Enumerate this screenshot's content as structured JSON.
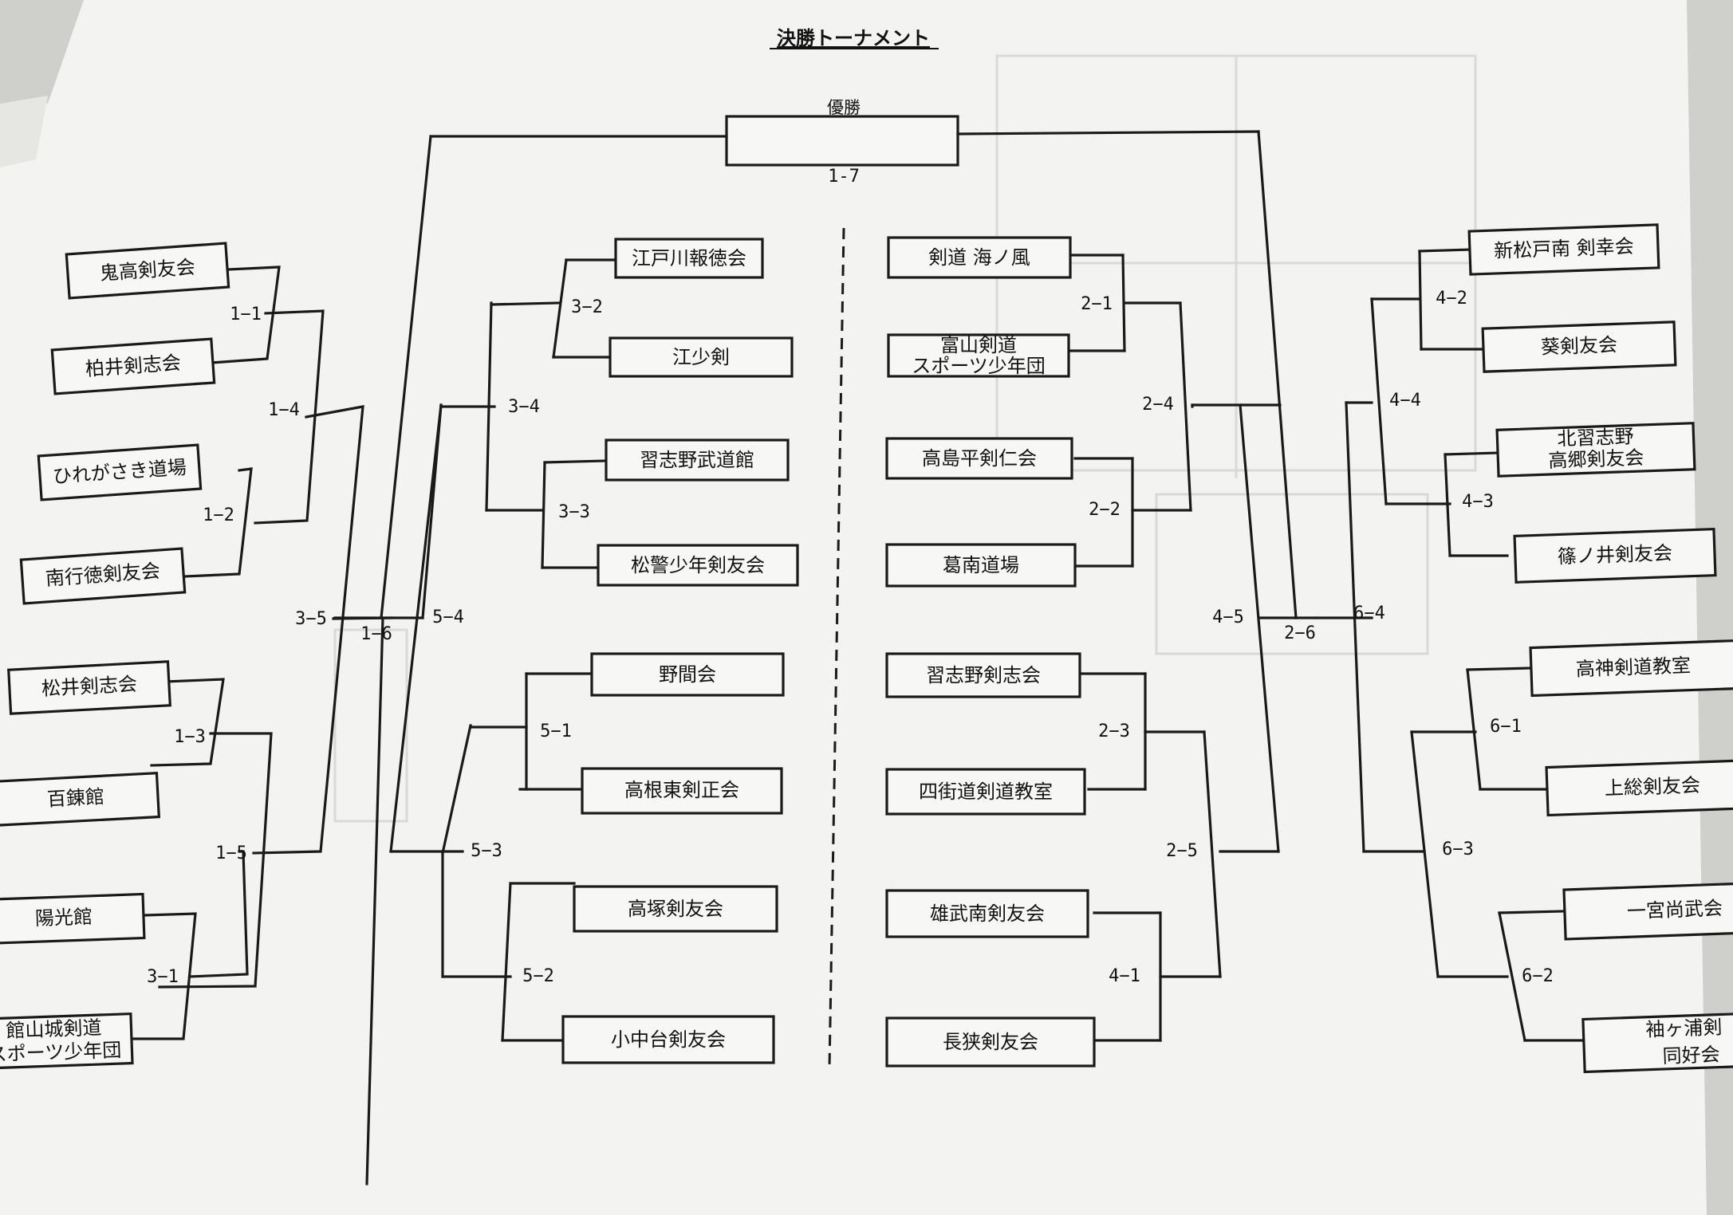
{
  "title": "決勝トーナメント",
  "winner_label": "優勝",
  "final_match": "1-7",
  "matches": {
    "m11": "1−1",
    "m12": "1−2",
    "m13": "1−3",
    "m31": "3−1",
    "m14": "1−4",
    "m15": "1−5",
    "m35": "3−5",
    "m16": "1−6",
    "m32": "3−2",
    "m33": "3−3",
    "m34": "3−4",
    "m51": "5−1",
    "m52": "5−2",
    "m53": "5−3",
    "m54": "5−4",
    "m21": "2−1",
    "m22": "2−2",
    "m24": "2−4",
    "m23": "2−3",
    "m41": "4−1",
    "m25": "2−5",
    "m45": "4−5",
    "m42": "4−2",
    "m43": "4−3",
    "m44": "4−4",
    "m61": "6−1",
    "m62": "6−2",
    "m63": "6−3",
    "m64": "6−4",
    "m26": "2−6"
  },
  "teams": {
    "L1": [
      "鬼高剣友会"
    ],
    "L2": [
      "柏井剣志会"
    ],
    "L3": [
      "ひれがさき道場"
    ],
    "L4": [
      "南行徳剣友会"
    ],
    "L5": [
      "松井剣志会"
    ],
    "L6": [
      "百錬館"
    ],
    "L7": [
      "陽光館"
    ],
    "L8": [
      "館山城剣道",
      "スポーツ少年団"
    ],
    "CL1": [
      "江戸川報徳会"
    ],
    "CL2": [
      "江少剣"
    ],
    "CL3": [
      "習志野武道館"
    ],
    "CL4": [
      "松警少年剣友会"
    ],
    "CL5": [
      "野間会"
    ],
    "CL6": [
      "高根東剣正会"
    ],
    "CL7": [
      "高塚剣友会"
    ],
    "CL8": [
      "小中台剣友会"
    ],
    "CR1": [
      "剣道 海ノ風"
    ],
    "CR2": [
      "富山剣道",
      "スポーツ少年団"
    ],
    "CR3": [
      "高島平剣仁会"
    ],
    "CR4": [
      "葛南道場"
    ],
    "CR5": [
      "習志野剣志会"
    ],
    "CR6": [
      "四街道剣道教室"
    ],
    "CR7": [
      "雄武南剣友会"
    ],
    "CR8": [
      "長狭剣友会"
    ],
    "R1": [
      "新松戸南 剣幸会"
    ],
    "R2": [
      "葵剣友会"
    ],
    "R3": [
      "北習志野",
      "高郷剣友会"
    ],
    "R4": [
      "篠ノ井剣友会"
    ],
    "R5": [
      "高神剣道教室"
    ],
    "R6": [
      "上総剣友会"
    ],
    "R7": [
      "一宮尚武会"
    ],
    "R8": [
      "袖ヶ浦剣",
      "同好会"
    ]
  }
}
